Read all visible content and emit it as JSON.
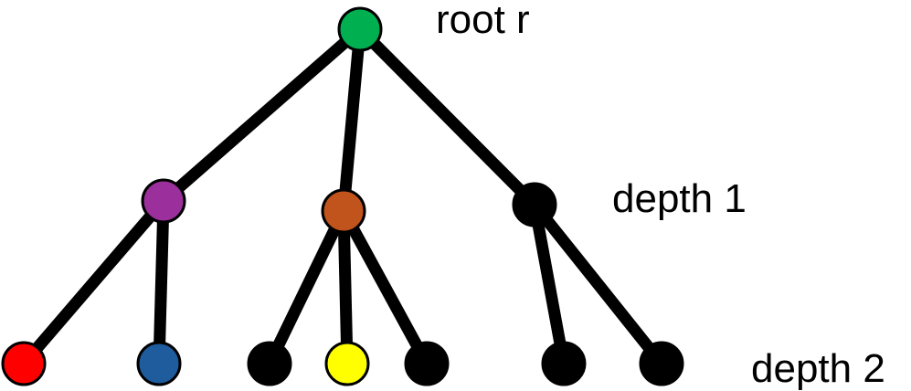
{
  "labels": {
    "root": "root r",
    "depth1": "depth 1",
    "depth2": "depth 2"
  },
  "colors": {
    "edge": "#000000",
    "node_stroke": "#000000"
  },
  "nodes": [
    {
      "id": "r",
      "depth": 0,
      "fill": "#00b050"
    },
    {
      "id": "a",
      "depth": 1,
      "fill": "#9b2f9b"
    },
    {
      "id": "b",
      "depth": 1,
      "fill": "#c0541c"
    },
    {
      "id": "c",
      "depth": 1,
      "fill": "#000000"
    },
    {
      "id": "a1",
      "depth": 2,
      "fill": "#ff0000"
    },
    {
      "id": "a2",
      "depth": 2,
      "fill": "#1f5c9e"
    },
    {
      "id": "b1",
      "depth": 2,
      "fill": "#000000"
    },
    {
      "id": "b2",
      "depth": 2,
      "fill": "#ffff00"
    },
    {
      "id": "b3",
      "depth": 2,
      "fill": "#000000"
    },
    {
      "id": "c1",
      "depth": 2,
      "fill": "#000000"
    },
    {
      "id": "c2",
      "depth": 2,
      "fill": "#000000"
    }
  ],
  "edges": [
    [
      "r",
      "a"
    ],
    [
      "r",
      "b"
    ],
    [
      "r",
      "c"
    ],
    [
      "a",
      "a1"
    ],
    [
      "a",
      "a2"
    ],
    [
      "b",
      "b1"
    ],
    [
      "b",
      "b2"
    ],
    [
      "b",
      "b3"
    ],
    [
      "c",
      "c1"
    ],
    [
      "c",
      "c2"
    ]
  ]
}
